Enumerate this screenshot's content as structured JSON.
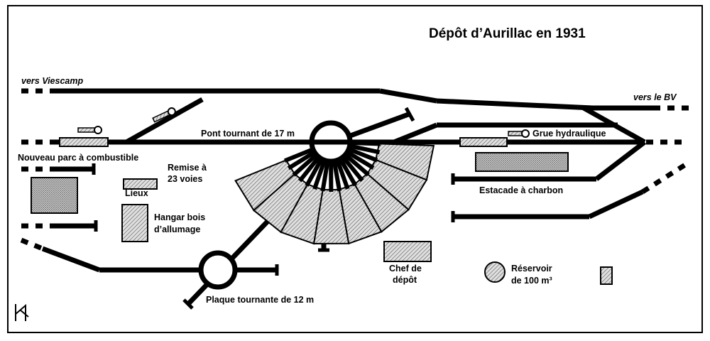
{
  "title": "Dépôt d’Aurillac en 1931",
  "directions": {
    "viescamp": "vers Viescamp",
    "bv": "vers le BV"
  },
  "labels": {
    "pont_tournant": "Pont tournant de 17 m",
    "grue": "Grue hydraulique",
    "parc_combustible": "Nouveau parc à combustible",
    "remise_line1": "Remise à",
    "remise_line2": "23 voies",
    "lieux": "Lieux",
    "hangar_line1": "Hangar bois",
    "hangar_line2": "d’allumage",
    "estacade": "Estacade à charbon",
    "chef_line1": "Chef de",
    "chef_line2": "dépôt",
    "reservoir_line1": "Réservoir",
    "reservoir_line2": "de 100 m³",
    "plaque_tournante": "Plaque tournante de 12 m"
  },
  "remise": {
    "stalls": 8
  },
  "colors": {
    "ink": "#000000",
    "paper": "#ffffff",
    "hatch_fill": "#d4d4d4"
  },
  "icons": [
    "crane-icon",
    "signature-logo-icon"
  ]
}
